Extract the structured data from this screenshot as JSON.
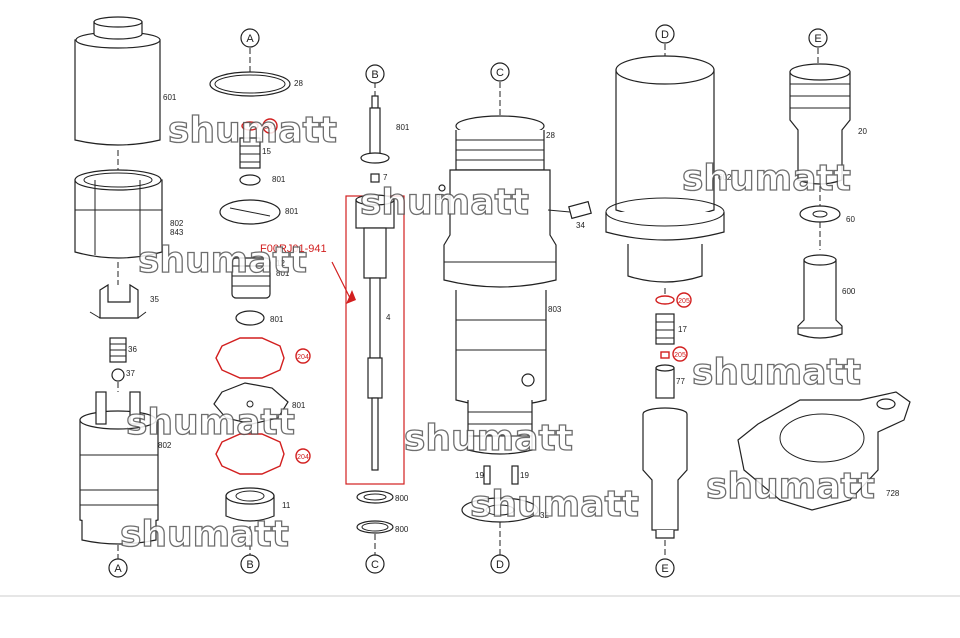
{
  "watermark": "shumatt",
  "section_letters": {
    "A_top": "A",
    "A_bottom": "A",
    "B_top": "B",
    "B_mid": "B",
    "C_top": "C",
    "C_mid": "C",
    "D_top": "D",
    "D_mid": "D",
    "E_top": "E",
    "E_bottom": "E"
  },
  "annotation": "F00RJ01-941",
  "part_labels": {
    "p601": "601",
    "p802a": "802",
    "p843": "843",
    "p35": "35",
    "p36": "36",
    "p37": "37",
    "p802b": "802",
    "p28a": "28",
    "p15": "15",
    "p801a": "801",
    "p801b": "801",
    "p12": "12",
    "p801c": "801",
    "p801d": "801",
    "p801e": "801",
    "p11": "11",
    "p801f": "801",
    "p7": "7",
    "p4": "4",
    "p800a": "800",
    "p800b": "800",
    "p28b": "28",
    "p803a": "803",
    "p34": "34",
    "p803b": "803",
    "p19a": "19",
    "p19b": "19",
    "p32": "32",
    "p602": "602",
    "p17": "17",
    "p77": "77",
    "p20": "20",
    "p60": "60",
    "p600": "600",
    "p728": "728"
  },
  "red_labels": {
    "r1": "801",
    "r204a": "204",
    "r204b": "204",
    "r205a": "205",
    "r205b": "205"
  }
}
